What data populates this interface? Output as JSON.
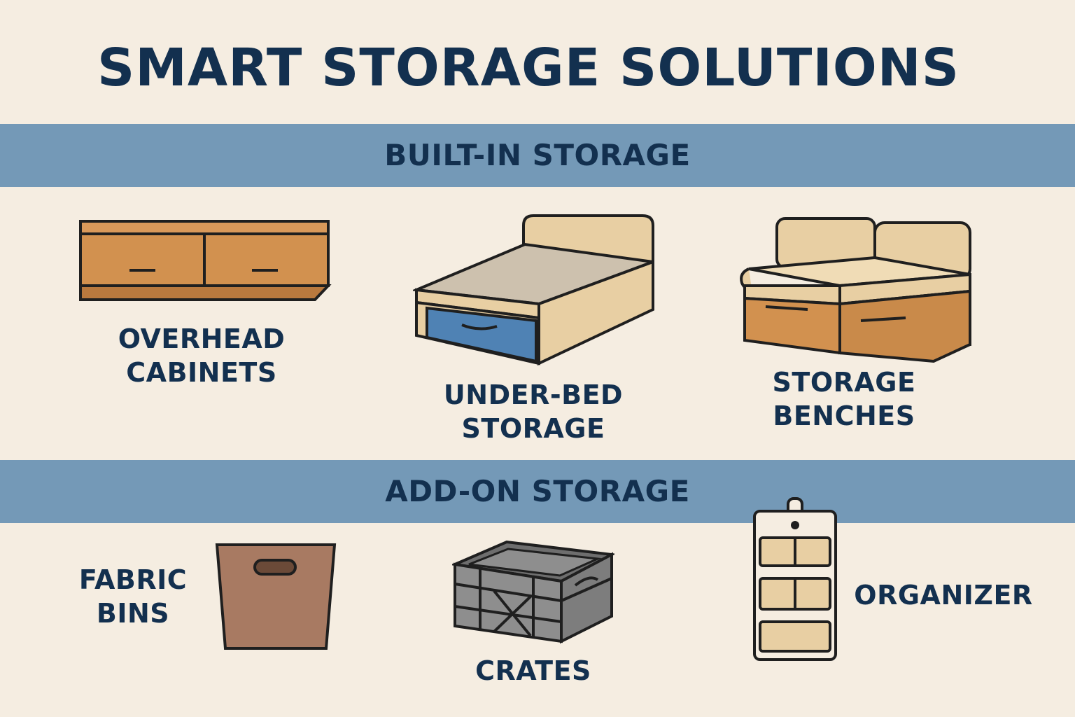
{
  "title": "SMART STORAGE SOLUTIONS",
  "sections": [
    {
      "heading": "BUILT-IN STORAGE",
      "items": [
        {
          "line1": "OVERHEAD",
          "line2": "CABINETS",
          "icon": "overhead-cabinet-icon"
        },
        {
          "line1": "UNDER-BED",
          "line2": "STORAGE",
          "icon": "under-bed-storage-icon"
        },
        {
          "line1": "STORAGE",
          "line2": "BENCHES",
          "icon": "storage-bench-icon"
        }
      ]
    },
    {
      "heading": "ADD-ON STORAGE",
      "items": [
        {
          "line1": "FABRIC",
          "line2": "BINS",
          "icon": "fabric-bin-icon"
        },
        {
          "line1": "CRATES",
          "icon": "crate-icon"
        },
        {
          "line1": "ORGANIZER",
          "icon": "hanging-organizer-icon"
        }
      ]
    }
  ],
  "colors": {
    "background": "#f5ede1",
    "band": "#7499b7",
    "text": "#13304f",
    "wood": "#d2914f",
    "cushion": "#e8cfa3",
    "blue_drawer": "#4f82b4",
    "fabric": "#a87a62",
    "crate": "#8e8e8e"
  }
}
